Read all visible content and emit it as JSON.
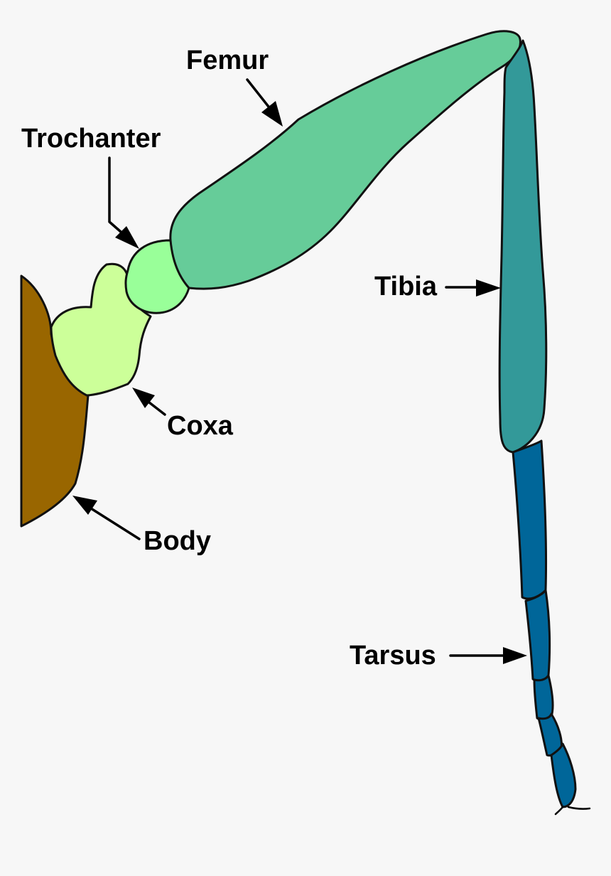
{
  "labels": {
    "femur": "Femur",
    "trochanter": "Trochanter",
    "tibia": "Tibia",
    "coxa": "Coxa",
    "body": "Body",
    "tarsus": "Tarsus"
  },
  "colors": {
    "background": "#f7f7f7",
    "body": "#996600",
    "coxa": "#ccff99",
    "trochanter": "#99ff99",
    "femur": "#66cc99",
    "tibia": "#339999",
    "tarsus": "#006699",
    "outline": "#111111"
  }
}
